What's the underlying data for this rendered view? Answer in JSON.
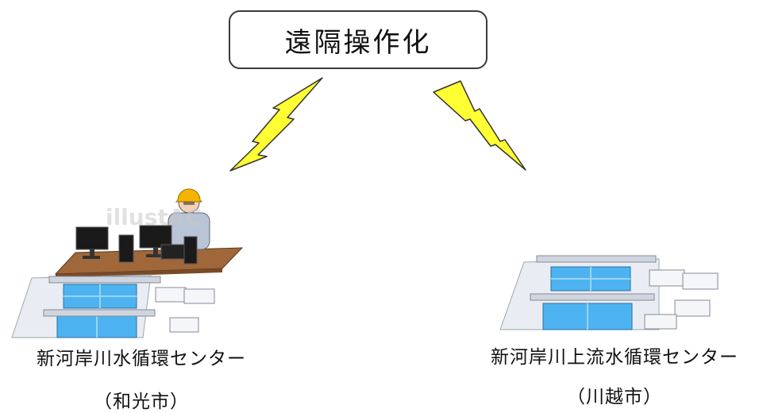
{
  "title": "遠隔操作化",
  "left_facility": {
    "name": "新河岸川水循環センター",
    "city": "（和光市）"
  },
  "right_facility": {
    "name": "新河岸川上流水循環センター",
    "city": "（川越市）"
  },
  "watermark": "illustAC",
  "colors": {
    "lightning": "#ffff33",
    "water": "#4db3f0",
    "helmet": "#f5b400",
    "desk": "#a0673a"
  },
  "icons": [
    "lightning-left-icon",
    "lightning-right-icon",
    "operator-icon",
    "monitor-icon",
    "treatment-plant-icon"
  ]
}
